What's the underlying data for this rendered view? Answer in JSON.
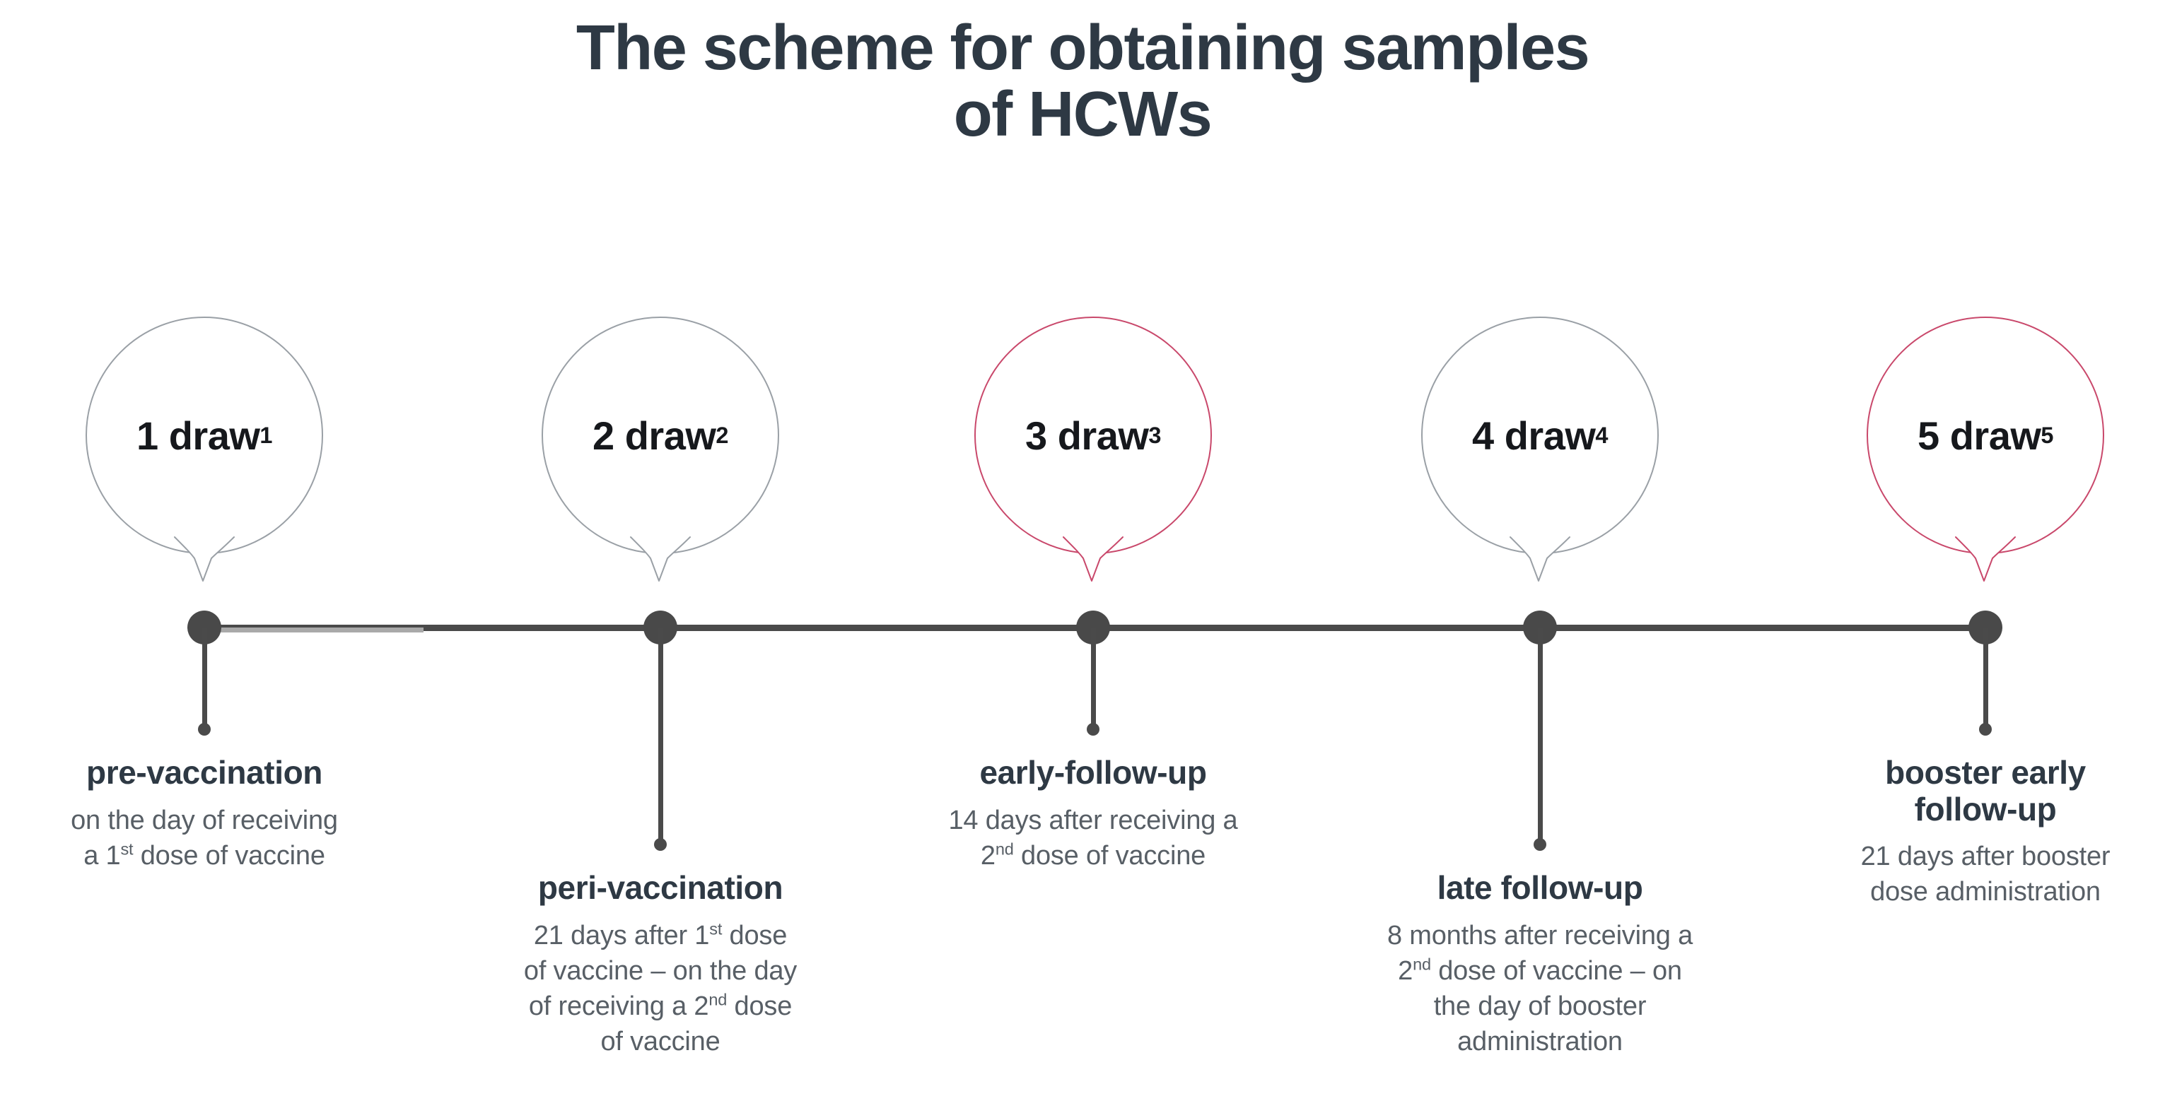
{
  "title": {
    "line1": "The scheme for obtaining samples",
    "line2": "of HCWs"
  },
  "colors": {
    "title": "#2e3944",
    "axis": "#4a4a4a",
    "node": "#494949",
    "bubble_border_gray": "#9aa0a6",
    "bubble_border_red": "#c9486b",
    "caption_title": "#2e3944",
    "caption_desc": "#585f66"
  },
  "timeline": {
    "nodes": [
      {
        "bubble": {
          "number": "1",
          "word": "draw",
          "superscript": "1",
          "border": "gray"
        },
        "caption_title": "pre-vaccination",
        "caption_desc_parts": [
          {
            "text": "on the day of receiving"
          },
          {
            "break": true
          },
          {
            "text": "a 1"
          },
          {
            "sup": "st"
          },
          {
            "text": " dose of vaccine"
          }
        ],
        "caption_desc_plain": "on the day of receiving a 1st dose of vaccine"
      },
      {
        "bubble": {
          "number": "2",
          "word": "draw",
          "superscript": "2",
          "border": "gray"
        },
        "caption_title": "peri-vaccination",
        "caption_desc_parts": [
          {
            "text": "21 days after 1"
          },
          {
            "sup": "st"
          },
          {
            "text": " dose"
          },
          {
            "break": true
          },
          {
            "text": "of vaccine – on the day"
          },
          {
            "break": true
          },
          {
            "text": "of receiving a 2"
          },
          {
            "sup": "nd"
          },
          {
            "text": " dose"
          },
          {
            "break": true
          },
          {
            "text": "of vaccine"
          }
        ],
        "caption_desc_plain": "21 days after 1st dose of vaccine – on the day of receiving a 2nd dose of vaccine"
      },
      {
        "bubble": {
          "number": "3",
          "word": "draw",
          "superscript": "3",
          "border": "red"
        },
        "caption_title": "early-follow-up",
        "caption_desc_parts": [
          {
            "text": "14 days after receiving a"
          },
          {
            "break": true
          },
          {
            "text": "2"
          },
          {
            "sup": "nd"
          },
          {
            "text": " dose of vaccine"
          }
        ],
        "caption_desc_plain": "14 days after receiving a 2nd dose of vaccine"
      },
      {
        "bubble": {
          "number": "4",
          "word": "draw",
          "superscript": "4",
          "border": "gray"
        },
        "caption_title": "late follow-up",
        "caption_desc_parts": [
          {
            "text": "8 months after receiving a"
          },
          {
            "break": true
          },
          {
            "text": "2"
          },
          {
            "sup": "nd"
          },
          {
            "text": " dose of vaccine – on"
          },
          {
            "break": true
          },
          {
            "text": "the day of booster"
          },
          {
            "break": true
          },
          {
            "text": "administration"
          }
        ],
        "caption_desc_plain": "8 months after receiving a 2nd dose of vaccine – on the day of booster administration"
      },
      {
        "bubble": {
          "number": "5",
          "word": "draw",
          "superscript": "5",
          "border": "red"
        },
        "caption_title": "booster early follow-up",
        "caption_title_lines": [
          "booster early",
          "follow-up"
        ],
        "caption_desc_parts": [
          {
            "text": "21 days after booster"
          },
          {
            "break": true
          },
          {
            "text": "dose administration"
          }
        ],
        "caption_desc_plain": "21 days after booster dose administration"
      }
    ]
  }
}
